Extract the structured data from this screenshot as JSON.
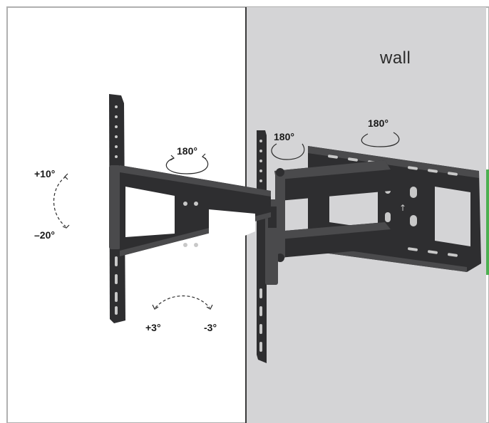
{
  "labels": {
    "wall": "wall",
    "swivel_left": "180°",
    "swivel_middle": "180°",
    "swivel_right": "180°",
    "tilt_up": "+10°",
    "tilt_down": "–20°",
    "level_plus": "+3°",
    "level_minus": "-3°"
  },
  "colors": {
    "wall_fill": "#d4d4d6",
    "bracket_dark": "#2e2e30",
    "bracket_mid": "#4a4a4c",
    "hole": "#c8c8c8",
    "accent_green": "#4caf50"
  }
}
